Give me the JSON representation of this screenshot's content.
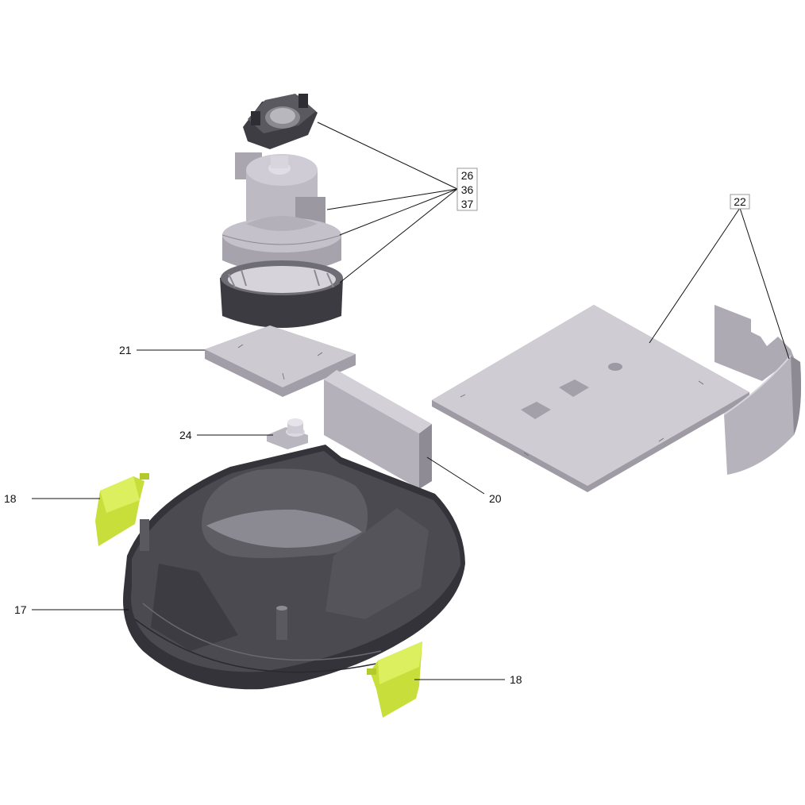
{
  "callouts": {
    "c26": "26",
    "c36": "36",
    "c37": "37",
    "c22": "22",
    "c21": "21",
    "c24": "24",
    "c20": "20",
    "c18a": "18",
    "c17": "17",
    "c18b": "18"
  },
  "colors": {
    "panel": "#c9c6cf",
    "panel_side": "#9f9ca6",
    "housing": "#4b4a50",
    "housing_dark": "#34333a",
    "motor": "#b4b1ba",
    "latch": "#c8de3a"
  }
}
